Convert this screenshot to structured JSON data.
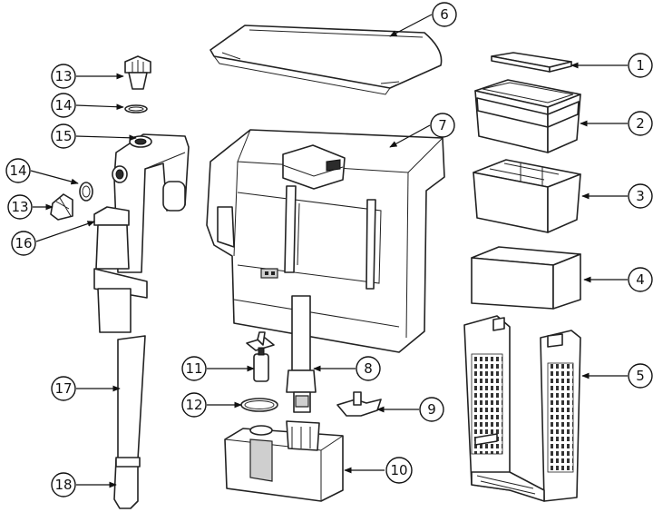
{
  "callouts": [
    {
      "number": "1"
    },
    {
      "number": "2"
    },
    {
      "number": "3"
    },
    {
      "number": "4"
    },
    {
      "number": "5"
    },
    {
      "number": "6"
    },
    {
      "number": "7"
    },
    {
      "number": "8"
    },
    {
      "number": "9"
    },
    {
      "number": "10"
    },
    {
      "number": "11"
    },
    {
      "number": "12"
    },
    {
      "number": "13"
    },
    {
      "number": "14"
    },
    {
      "number": "15"
    },
    {
      "number": "14"
    },
    {
      "number": "13"
    },
    {
      "number": "16"
    },
    {
      "number": "17"
    },
    {
      "number": "18"
    }
  ]
}
